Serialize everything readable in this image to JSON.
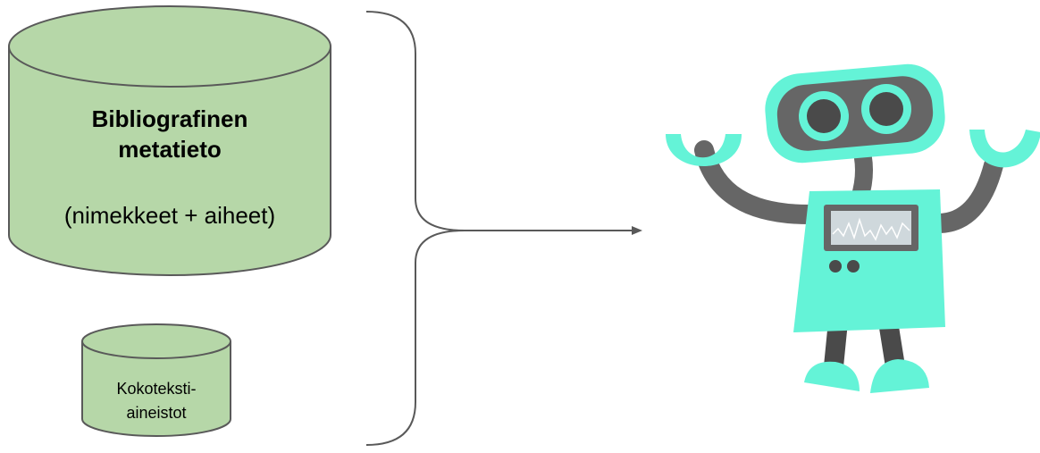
{
  "colors": {
    "db_fill": "#b6d7a8",
    "db_stroke": "#595959",
    "line": "#595959",
    "robot_teal": "#64f3d7",
    "robot_gray": "#666666",
    "robot_dark": "#4a4a4a",
    "screen_bg": "#cfd8dc",
    "background": "#ffffff"
  },
  "main_db": {
    "title_line1": "Bibliografinen",
    "title_line2": "metatieto",
    "subtitle": "(nimekkeet + aiheet)"
  },
  "small_db": {
    "line1": "Kokoteksti-",
    "line2": "aineistot"
  },
  "icons": {
    "brace": "right-curly-brace-icon",
    "arrow": "arrow-right-icon",
    "robot": "robot-illustration"
  }
}
